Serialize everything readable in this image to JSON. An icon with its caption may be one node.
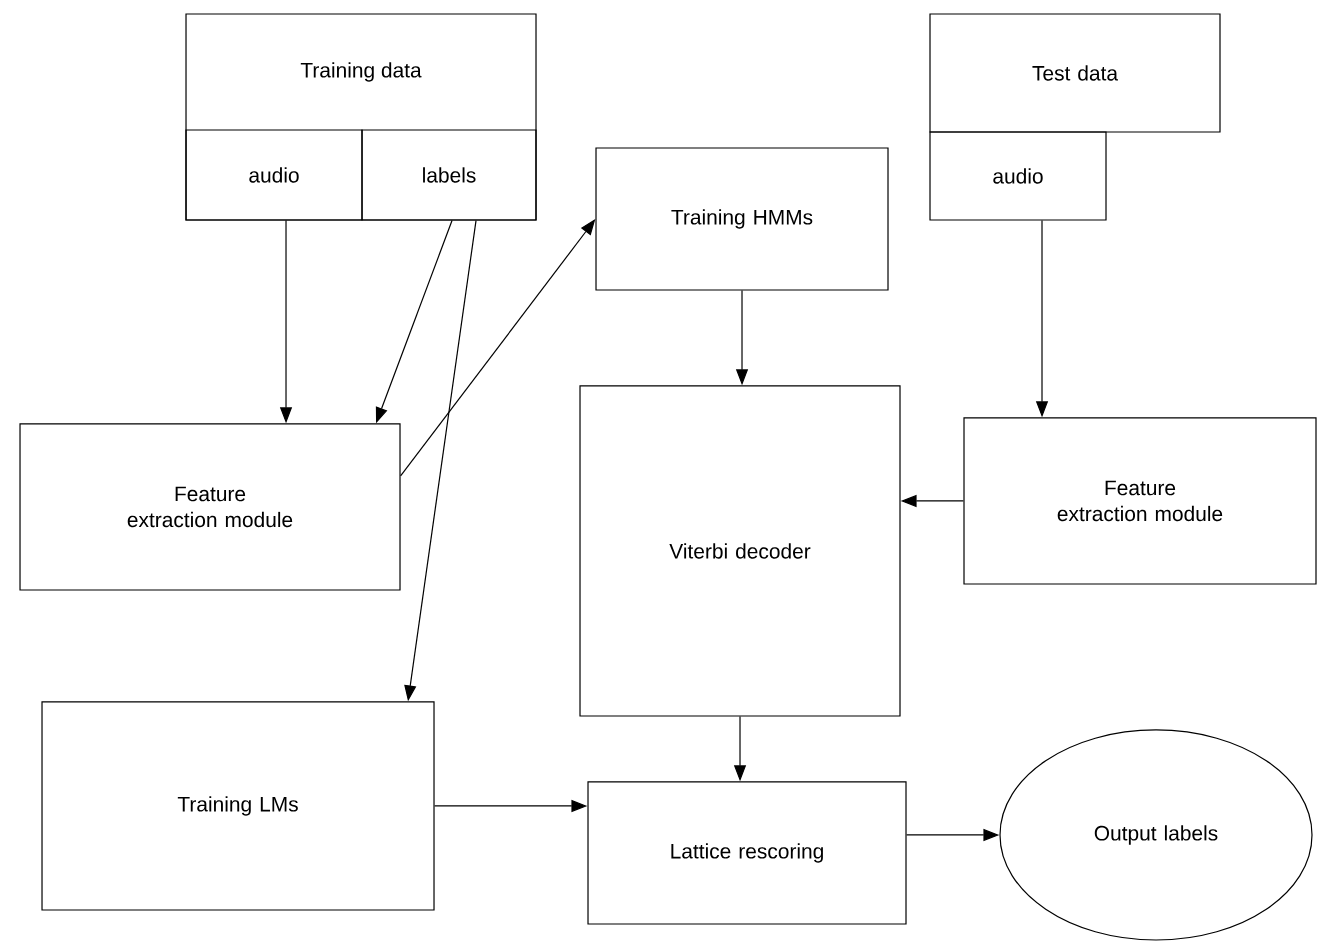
{
  "diagram": {
    "nodes": [
      {
        "text": [
          "Training data"
        ]
      },
      {
        "text": [
          "audio"
        ],
        "in": 0
      },
      {
        "text": [
          "labels"
        ],
        "in": 0
      },
      {
        "text": [
          "Training HMMs"
        ]
      },
      {
        "text": [
          "Test data"
        ]
      },
      {
        "text": [
          "audio"
        ]
      },
      {
        "text": [
          "Feature extraction module"
        ]
      },
      {
        "text": [
          "Viterbi decoder"
        ]
      },
      {
        "text": [
          "Feature extraction module"
        ]
      },
      {
        "text": [
          "Training LMs"
        ]
      },
      {
        "text": [
          "Lattice rescoring"
        ]
      },
      {
        "text": [
          "Output labels"
        ]
      }
    ],
    "edges": [
      {
        "from": 1,
        "to": 6,
        "arrow": "to"
      },
      {
        "from": 2,
        "to": 6,
        "arrow": "to"
      },
      {
        "from": 2,
        "to": 9,
        "arrow": "to"
      },
      {
        "from": 6,
        "to": 3,
        "arrow": "to"
      },
      {
        "from": 3,
        "to": 7,
        "arrow": "to"
      },
      {
        "from": 5,
        "to": 8,
        "arrow": "to"
      },
      {
        "from": 8,
        "to": 7,
        "arrow": "to"
      },
      {
        "from": 7,
        "to": 10,
        "arrow": "to"
      },
      {
        "from": 9,
        "to": 10,
        "arrow": "to"
      },
      {
        "from": 10,
        "to": 11,
        "arrow": "to"
      }
    ]
  }
}
